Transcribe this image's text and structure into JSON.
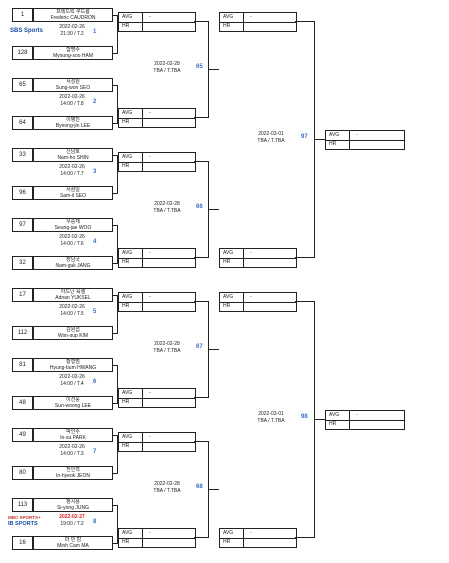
{
  "players": [
    {
      "seed": "1",
      "kr": "프레드릭 쿠드롱",
      "en": "Frederic CAUDRON"
    },
    {
      "seed": "128",
      "kr": "함명수",
      "en": "Myoung-soo HAM"
    },
    {
      "seed": "65",
      "kr": "서성원",
      "en": "Sung-won SEO"
    },
    {
      "seed": "64",
      "kr": "이병진",
      "en": "Byeong-jin LEE"
    },
    {
      "seed": "33",
      "kr": "신남호",
      "en": "Nam-ho SHIN"
    },
    {
      "seed": "96",
      "kr": "서삼일",
      "en": "Sam-il SEO"
    },
    {
      "seed": "97",
      "kr": "우승재",
      "en": "Seung-jae WOO"
    },
    {
      "seed": "32",
      "kr": "장남국",
      "en": "Nam-guk JANG"
    },
    {
      "seed": "17",
      "kr": "아드난 육셀",
      "en": "Adnan YUKSEL"
    },
    {
      "seed": "112",
      "kr": "김원섭",
      "en": "Won-sup KIM"
    },
    {
      "seed": "81",
      "kr": "황형범",
      "en": "Hyung-bum HWANG"
    },
    {
      "seed": "48",
      "kr": "이선웅",
      "en": "Sun-woong LEE"
    },
    {
      "seed": "49",
      "kr": "박인수",
      "en": "In-su PARK"
    },
    {
      "seed": "80",
      "kr": "전인혁",
      "en": "In-hyeok JEON"
    },
    {
      "seed": "113",
      "kr": "정시용",
      "en": "Si-yong JUNG"
    },
    {
      "seed": "16",
      "kr": "마 민 캄",
      "en": "Minh Cam MA"
    }
  ],
  "round1": [
    {
      "no": "1",
      "date": "2022-02-26",
      "time": "21:30 / T.2",
      "highlight": false
    },
    {
      "no": "2",
      "date": "2022-02-26",
      "time": "14:00 / T.8",
      "highlight": false
    },
    {
      "no": "3",
      "date": "2022-02-26",
      "time": "14:00 / T.7",
      "highlight": false
    },
    {
      "no": "4",
      "date": "2022-02-26",
      "time": "14:00 / T.6",
      "highlight": false
    },
    {
      "no": "5",
      "date": "2022-02-26",
      "time": "14:00 / T.5",
      "highlight": false
    },
    {
      "no": "6",
      "date": "2022-02-26",
      "time": "14:00 / T.4",
      "highlight": false
    },
    {
      "no": "7",
      "date": "2022-02-26",
      "time": "14:00 / T.3",
      "highlight": false
    },
    {
      "no": "8",
      "date": "2022-02-27",
      "time": "19:00 / T.2",
      "highlight": true
    }
  ],
  "round2": [
    {
      "no": "65",
      "date": "2022-02-28",
      "time": "TBA / T.TBA"
    },
    {
      "no": "66",
      "date": "2022-02-28",
      "time": "TBA / T.TBA"
    },
    {
      "no": "67",
      "date": "2022-02-28",
      "time": "TBA / T.TBA"
    },
    {
      "no": "68",
      "date": "2022-02-28",
      "time": "TBA / T.TBA"
    }
  ],
  "round3": [
    {
      "no": "97",
      "date": "2022-03-01",
      "time": "TBA / T.TBA"
    },
    {
      "no": "98",
      "date": "2022-03-01",
      "time": "TBA / T.TBA"
    }
  ],
  "score": {
    "avg_label": "AVG",
    "hr_label": "HR",
    "empty": "-"
  },
  "logos": {
    "sbs": "SBS Sports",
    "ib": "IB SPORTS",
    "mbc": "MBC SPORTS+"
  },
  "colors": {
    "match_no": "#3a6fc4",
    "highlight_date": "#d62020"
  }
}
